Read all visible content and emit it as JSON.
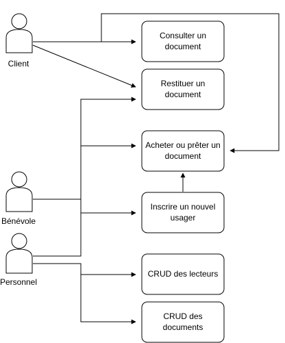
{
  "actors": {
    "client": {
      "label": "Client"
    },
    "benevole": {
      "label": "Bénévole"
    },
    "personnel": {
      "label": "Personnel"
    }
  },
  "use_cases": {
    "consulter": {
      "line1": "Consulter un",
      "line2": "document"
    },
    "restituer": {
      "line1": "Restituer un",
      "line2": "document"
    },
    "acheter": {
      "line1": "Acheter ou prêter un",
      "line2": "document"
    },
    "inscrire": {
      "line1": "Inscrire un nouvel",
      "line2": "usager"
    },
    "crud_lecteurs": {
      "line1": "CRUD des lecteurs"
    },
    "crud_documents": {
      "line1": "CRUD des",
      "line2": "documents"
    }
  }
}
